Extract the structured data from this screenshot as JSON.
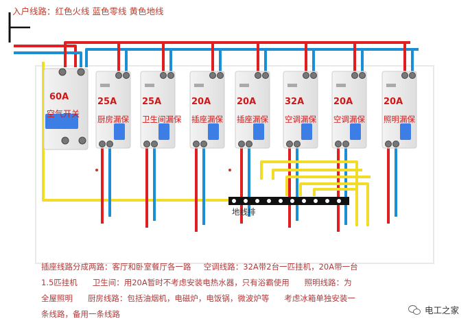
{
  "header": {
    "title": "入户线路：红色火线    蓝色零线    黄色地线"
  },
  "main_switch": {
    "rating": "60A",
    "label": "空气开关"
  },
  "breakers": [
    {
      "rating": "25A",
      "label": "厨房漏保"
    },
    {
      "rating": "25A",
      "label": "卫生间漏保"
    },
    {
      "rating": "20A",
      "label": "插座漏保"
    },
    {
      "rating": "20A",
      "label": "插座漏保"
    },
    {
      "rating": "32A",
      "label": "空调漏保"
    },
    {
      "rating": "20A",
      "label": "空调漏保"
    },
    {
      "rating": "20A",
      "label": "照明漏保"
    }
  ],
  "ground_bar": {
    "label": "地线排"
  },
  "description": [
    "插座线路分成两路：客厅和卧室餐厅各一路",
    "空调线路：32A带2台一匹挂机，20A带一台",
    "1.5匹挂机",
    "卫生间：用20A暂时不考虑安装电热水器，只有浴霸使用",
    "照明线路：为",
    "全屋照明",
    "厨房线路：包括油烟机，电磁炉，电饭锅，微波炉等",
    "考虑冰箱单独安装一",
    "条线路，备用一条线路"
  ],
  "footer": {
    "brand": "电工之家"
  },
  "colors": {
    "live": "#e02020",
    "neutral": "#1a8fd6",
    "ground": "#f2dc2a",
    "label_red": "#d01818"
  },
  "icons": {
    "footer_icon": "wechat-icon"
  }
}
